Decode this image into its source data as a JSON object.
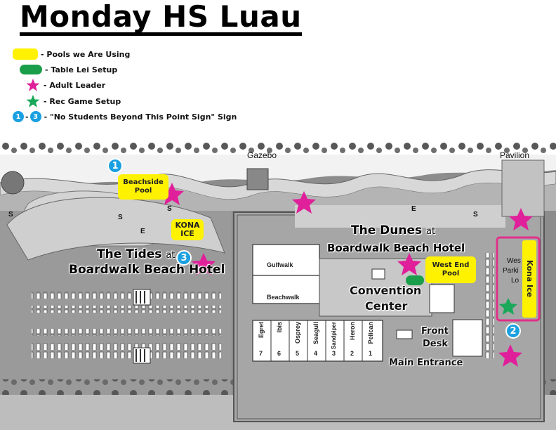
{
  "title": "Monday HS Luau",
  "legend": {
    "pools": "- Pools we Are Using",
    "table_lei": "- Table Lei Setup",
    "adult_leader": "- Adult Leader",
    "rec_game": "- Rec Game Setup",
    "sign": "- \"No Students Beyond This Point Sign\" Sign",
    "sign_first": "1",
    "sign_dash": "-",
    "sign_last": "3"
  },
  "colors": {
    "pool_yellow": "#fff200",
    "lei_green": "#1a9e4a",
    "leader_magenta": "#e0209a",
    "game_green": "#1aa85a",
    "sign_blue": "#1aa0e0",
    "frame_magenta": "#e0308a"
  },
  "map": {
    "gazebo": "Gazebo",
    "pavilion": "Pavilion",
    "beachside_pool": "Beachside\nPool",
    "kona_ice_1": "KONA\nICE",
    "kona_ice_2": "Kona Ice",
    "tides_line1": "The Tides",
    "tides_at": "at",
    "tides_line2": "Boardwalk Beach Hotel",
    "dunes_line1": "The Dunes",
    "dunes_at": "at",
    "dunes_line2": "Boardwalk Beach Hotel",
    "west_end_pool": "West End\nPool",
    "convention_line1": "Convention",
    "convention_line2": "Center",
    "front_desk_line1": "Front",
    "front_desk_line2": "Desk",
    "main_entrance": "Main Entrance",
    "gulfwalk": "Gulfwalk",
    "beachwalk": "Beachwalk",
    "west_parking_1": "Wes",
    "west_parking_2": "Parki",
    "west_parking_3": "Lo",
    "rooms": [
      {
        "name": "Egret",
        "num": "7"
      },
      {
        "name": "Ibis",
        "num": "6"
      },
      {
        "name": "Osprey",
        "num": "5"
      },
      {
        "name": "Seagull",
        "num": "4"
      },
      {
        "name": "Sandpiper",
        "num": "3"
      },
      {
        "name": "Heron",
        "num": "2"
      },
      {
        "name": "Pelican",
        "num": "1"
      }
    ],
    "letters": [
      "S",
      "S",
      "E",
      "S",
      "E",
      "S"
    ],
    "signs": [
      "1",
      "2",
      "3"
    ]
  }
}
